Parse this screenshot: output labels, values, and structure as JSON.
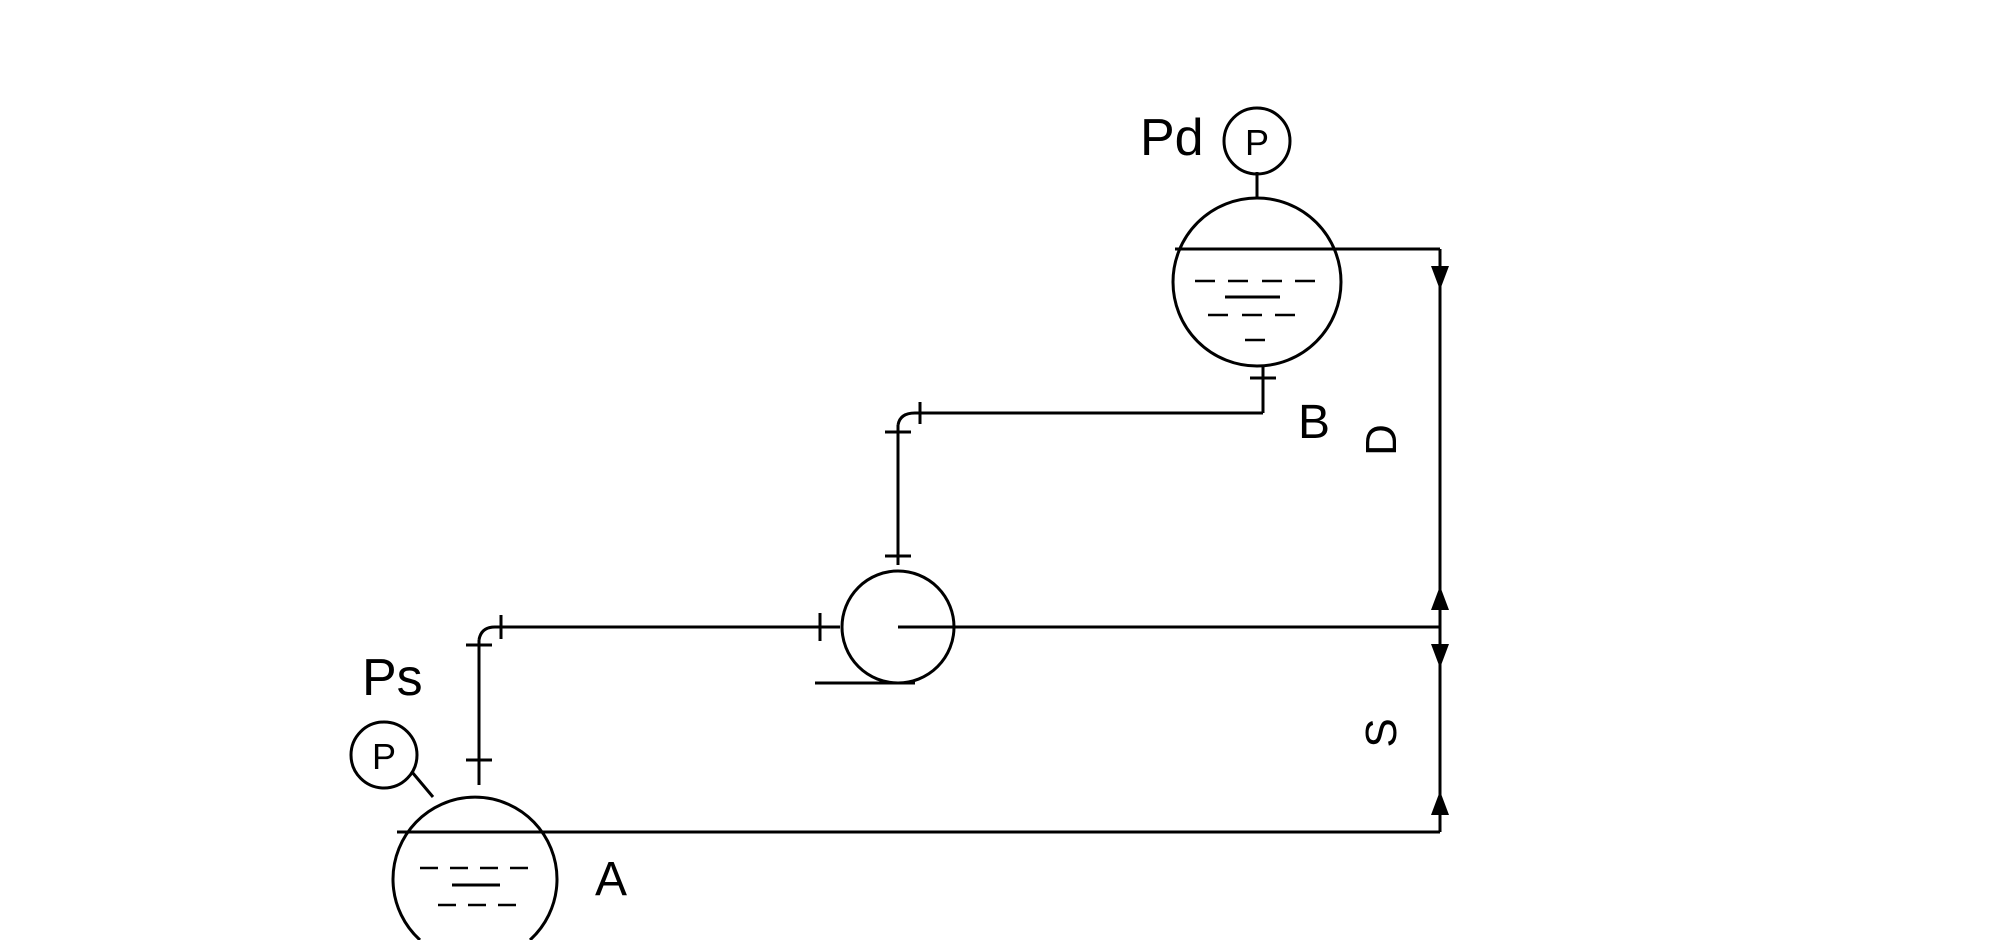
{
  "labels": {
    "pd": "Pd",
    "ps": "Ps",
    "gauge": "P",
    "tank_a": "A",
    "tank_b": "B",
    "dim_d": "D",
    "dim_s": "S"
  }
}
